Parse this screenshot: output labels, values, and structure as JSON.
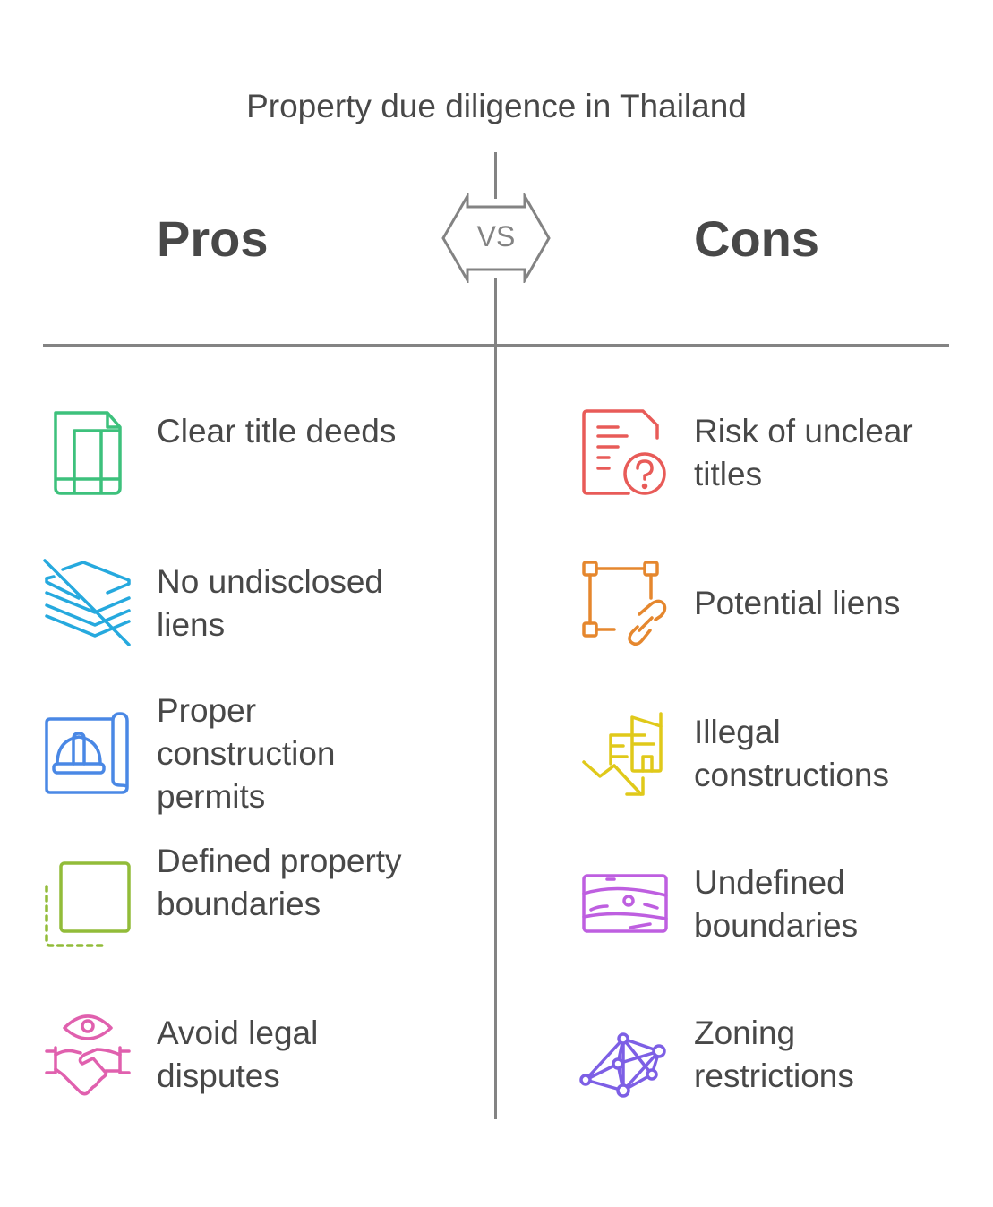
{
  "title": "Property due diligence in Thailand",
  "divider": {
    "vs_label": "VS",
    "line_color": "#838383"
  },
  "pros": {
    "heading": "Pros",
    "items": [
      {
        "label": "Clear title deeds",
        "icon": "title-deed-document-icon",
        "color": "#3DC17C"
      },
      {
        "label": "No undisclosed liens",
        "icon": "crossed-out-layers-icon",
        "color": "#26A9DE"
      },
      {
        "label": "Proper construction permits",
        "icon": "hard-hat-blueprint-icon",
        "color": "#4A88E5"
      },
      {
        "label": "Defined property boundaries",
        "icon": "bounded-square-icon",
        "color": "#92BC39"
      },
      {
        "label": "Avoid legal disputes",
        "icon": "handshake-eye-icon",
        "color": "#E060AE"
      }
    ]
  },
  "cons": {
    "heading": "Cons",
    "items": [
      {
        "label": "Risk of unclear titles",
        "icon": "document-question-icon",
        "color": "#E85B58"
      },
      {
        "label": "Potential liens",
        "icon": "linked-corners-icon",
        "color": "#E5872E"
      },
      {
        "label": "Illegal constructions",
        "icon": "building-decline-icon",
        "color": "#E0C91A"
      },
      {
        "label": "Undefined boundaries",
        "icon": "terrain-map-icon",
        "color": "#BE5FE0"
      },
      {
        "label": "Zoning restrictions",
        "icon": "network-mesh-icon",
        "color": "#7D5FE5"
      }
    ]
  }
}
